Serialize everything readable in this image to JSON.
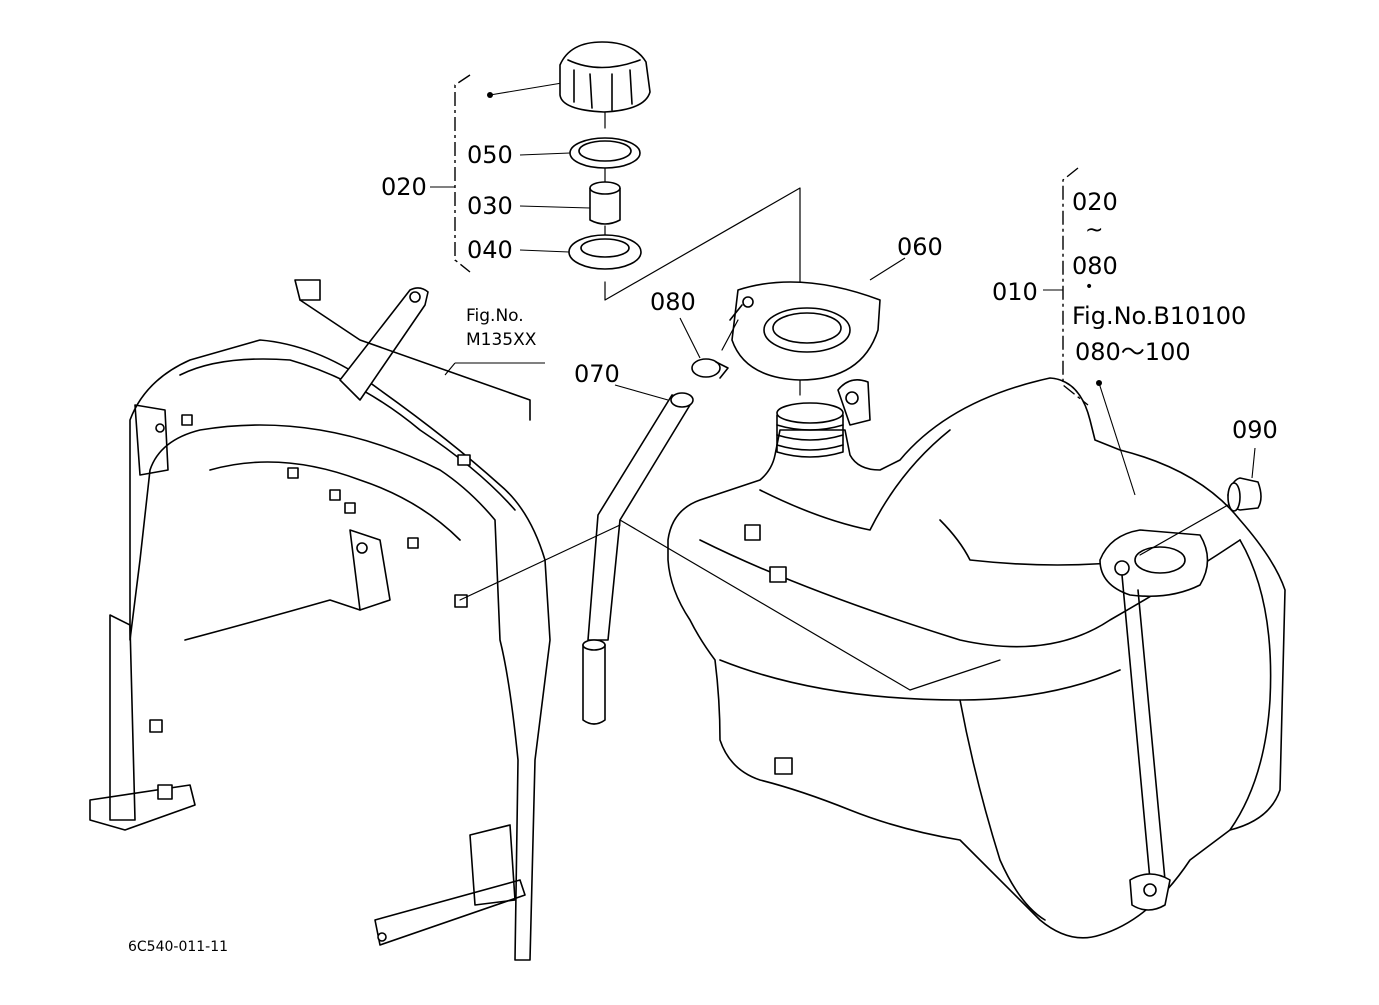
{
  "callouts": {
    "c020_group": "020",
    "c050": "050",
    "c030": "030",
    "c040": "040",
    "c060": "060",
    "c080_clamp": "080",
    "c070": "070",
    "c010": "010",
    "c090": "090"
  },
  "group_010": {
    "start": "020",
    "tilde": "~",
    "end": "080",
    "dot": "•",
    "fig_ref": "Fig.No.B10100",
    "fig_range": "080～100"
  },
  "figure_ref": {
    "line1": "Fig.No.",
    "line2": "M135XX"
  },
  "drawing_number": "6C540-011-11",
  "icons": [
    "fuel-cap",
    "gasket-ring",
    "strainer",
    "seal-washer",
    "fuel-tank-cover",
    "hose-clamp",
    "fuel-hose",
    "fuel-tank",
    "flange-bolt",
    "frame-panel"
  ]
}
